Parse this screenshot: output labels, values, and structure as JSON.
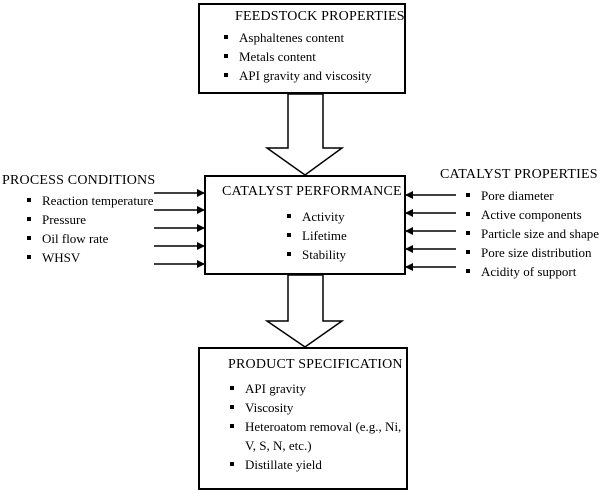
{
  "feedstock": {
    "title": "FEEDSTOCK PROPERTIES",
    "items": [
      "Asphaltenes content",
      "Metals content",
      "API gravity and viscosity"
    ]
  },
  "performance": {
    "title": "CATALYST PERFORMANCE",
    "items": [
      "Activity",
      "Lifetime",
      "Stability"
    ]
  },
  "process": {
    "title": "PROCESS CONDITIONS",
    "items": [
      "Reaction temperature",
      "Pressure",
      "Oil flow rate",
      "WHSV"
    ]
  },
  "catalyst": {
    "title": "CATALYST PROPERTIES",
    "items": [
      "Pore diameter",
      "Active components",
      "Particle size and shape",
      "Pore size distribution",
      "Acidity of support"
    ]
  },
  "product": {
    "title": "PRODUCT SPECIFICATION",
    "items": [
      "API gravity",
      "Viscosity",
      "Heteroatom removal (e.g., Ni,",
      "V, S, N, etc.)",
      "Distillate yield"
    ]
  }
}
